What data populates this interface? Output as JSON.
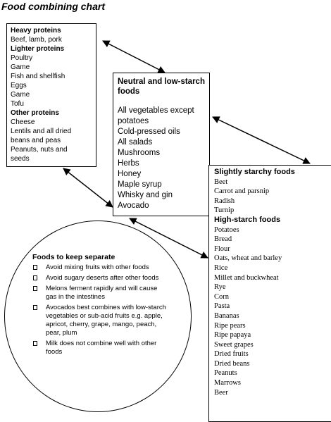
{
  "title": "Food combining chart",
  "proteins": {
    "heavy_heading": "Heavy proteins",
    "heavy_items": [
      "Beef, lamb, pork"
    ],
    "lighter_heading": "Lighter proteins",
    "lighter_items": [
      "Poultry",
      "Game",
      "Fish and shellfish",
      "Eggs",
      "Game",
      "Tofu"
    ],
    "other_heading": "Other proteins",
    "other_items": [
      "Cheese",
      "Lentils and all dried",
      "beans and peas",
      "Peanuts, nuts and",
      "seeds"
    ]
  },
  "neutral": {
    "heading_line1": "Neutral and low-starch",
    "heading_line2": "foods",
    "items": [
      "All vegetables except",
      "potatoes",
      "Cold-pressed oils",
      "All salads",
      "Mushrooms",
      "Herbs",
      "Honey",
      "Maple syrup",
      "Whisky and gin",
      "Avocado"
    ]
  },
  "starch": {
    "slight_heading": "Slightly starchy foods",
    "slight_items": [
      "Beet",
      "Carrot and parsnip",
      "Radish",
      "Turnip"
    ],
    "high_heading": "High-starch foods",
    "high_items": [
      "Potatoes",
      "Bread",
      "Flour",
      "Oats, wheat and barley",
      "Rice",
      "Millet and buckwheat",
      "Rye",
      "Corn",
      "Pasta",
      "Bananas",
      "Ripe pears",
      "Ripe papaya",
      "Sweet grapes",
      "Dried fruits",
      "Dried beans",
      "Peanuts",
      "Marrows",
      "Beer"
    ]
  },
  "separate": {
    "heading": "Foods to keep separate",
    "tips": [
      "Avoid mixing fruits with other foods",
      "Avoid sugary deserts after other foods",
      "Melons ferment rapidly and will cause gas in the intestines",
      "Avocados best combines with low-starch vegetables or sub-acid fruits e.g. apple, apricot, cherry, grape, mango, peach, pear, plum",
      "Milk does not combine well with other foods"
    ]
  }
}
